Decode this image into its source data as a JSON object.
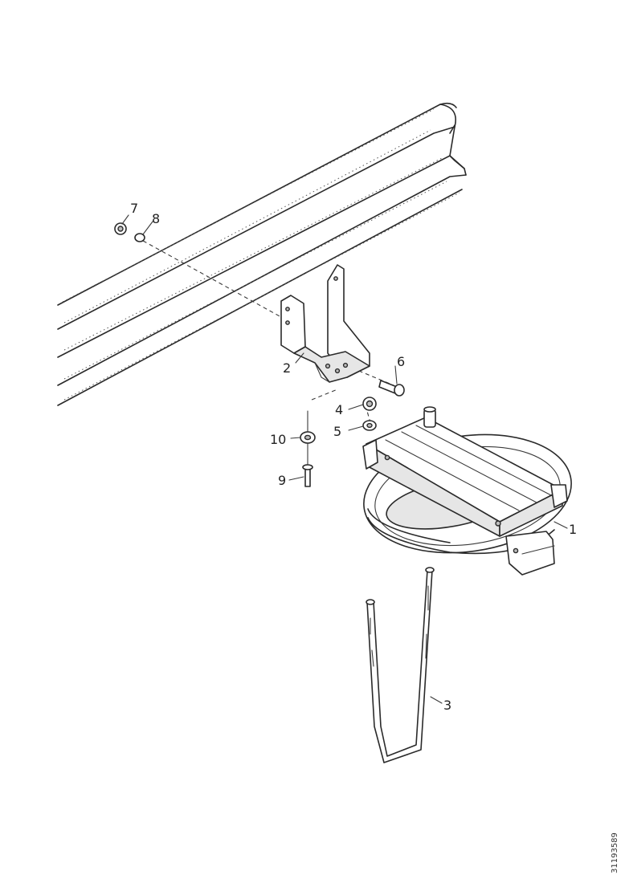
{
  "diagram": {
    "callouts": [
      {
        "id": "callout-1",
        "text": "1"
      },
      {
        "id": "callout-2",
        "text": "2"
      },
      {
        "id": "callout-3",
        "text": "3"
      },
      {
        "id": "callout-4",
        "text": "4"
      },
      {
        "id": "callout-5",
        "text": "5"
      },
      {
        "id": "callout-6",
        "text": "6"
      },
      {
        "id": "callout-7",
        "text": "7"
      },
      {
        "id": "callout-8",
        "text": "8"
      },
      {
        "id": "callout-9",
        "text": "9"
      },
      {
        "id": "callout-10",
        "text": "10"
      }
    ],
    "document_id": "31193589"
  },
  "colors": {
    "line": "#2a2a2a",
    "background": "#ffffff"
  }
}
